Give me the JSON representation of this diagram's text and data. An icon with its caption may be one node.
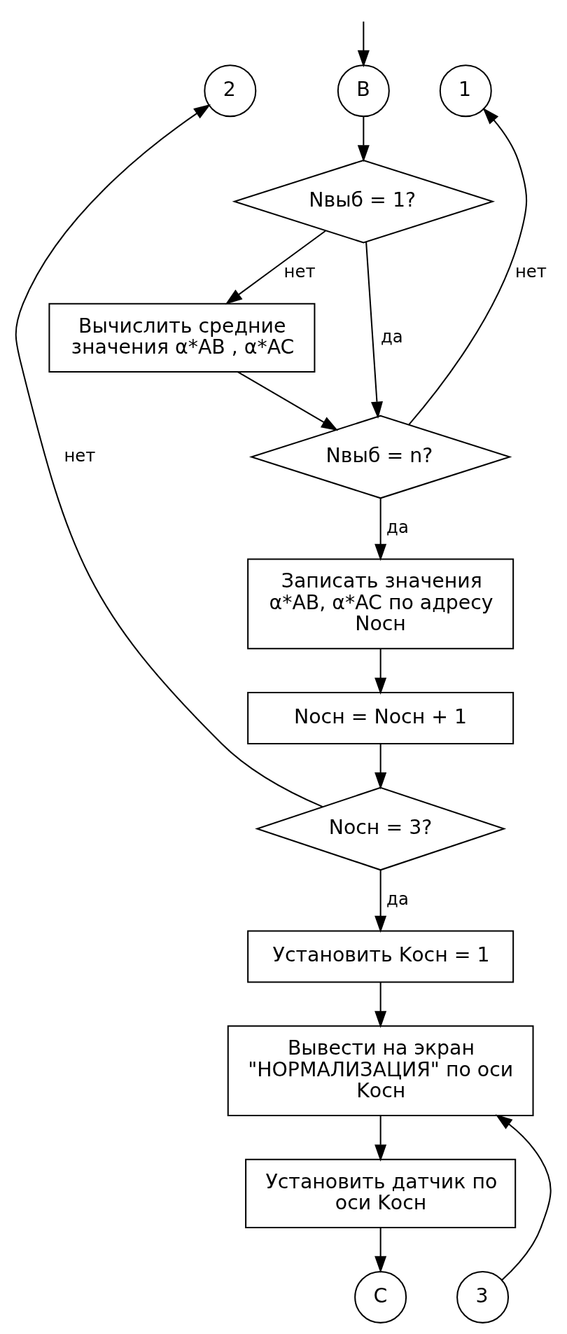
{
  "diagram": {
    "nodes": [
      {
        "text": [
          "2"
        ]
      },
      {
        "text": [
          "1"
        ]
      },
      {
        "text": [
          "B"
        ]
      },
      {
        "text": [
          "Nвыб = 1?"
        ]
      },
      {
        "text": [
          "Вычислить средние значения α*AB , α*AC"
        ]
      },
      {
        "text": [
          "Nвыб = n?"
        ]
      },
      {
        "text": [
          "Записать значения α*AB, α*AC по адресу Nосн"
        ]
      },
      {
        "text": [
          "Nосн = Nосн + 1"
        ]
      },
      {
        "text": [
          "Nосн = 3?"
        ]
      },
      {
        "text": [
          "Установить Kосн = 1"
        ]
      },
      {
        "text": [
          "Вывести на экран \"НОРМАЛИЗАЦИЯ\" по оси Kосн"
        ]
      },
      {
        "text": [
          "Установить датчик по оси Kосн"
        ]
      },
      {
        "text": [
          "3"
        ]
      },
      {
        "text": [
          "C"
        ]
      }
    ],
    "edges": [
      {
        "from": null,
        "to": 2,
        "arrow": "to"
      },
      {
        "from": 2,
        "to": 3,
        "arrow": "to"
      },
      {
        "from": 3,
        "to": 5,
        "arrow": "to",
        "label": "да"
      },
      {
        "from": 3,
        "to": 4,
        "arrow": "to",
        "label": "нет"
      },
      {
        "from": 4,
        "to": 5,
        "arrow": "to"
      },
      {
        "from": 5,
        "to": 1,
        "arrow": "to",
        "label": "нет"
      },
      {
        "from": 5,
        "to": 6,
        "arrow": "to",
        "label": "да"
      },
      {
        "from": 6,
        "to": 7,
        "arrow": "to"
      },
      {
        "from": 7,
        "to": 8,
        "arrow": "to"
      },
      {
        "from": 8,
        "to": 0,
        "arrow": "to",
        "label": "нет"
      },
      {
        "from": 8,
        "to": 9,
        "arrow": "to",
        "label": "да"
      },
      {
        "from": 9,
        "to": 10,
        "arrow": "to"
      },
      {
        "from": 12,
        "to": 10,
        "arrow": "to"
      },
      {
        "from": 10,
        "to": 11,
        "arrow": "to"
      },
      {
        "from": 11,
        "to": 13,
        "arrow": "to"
      }
    ]
  }
}
